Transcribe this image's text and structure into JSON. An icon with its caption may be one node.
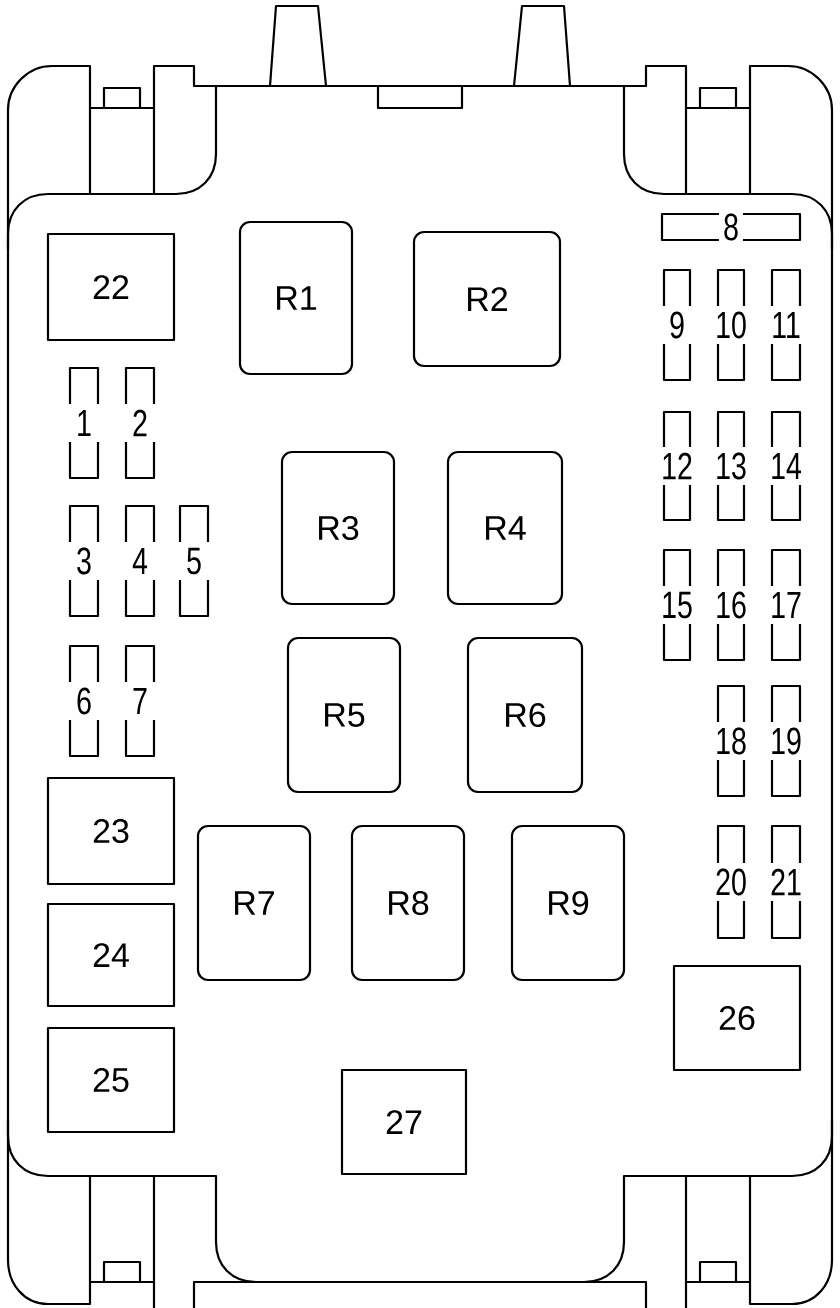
{
  "diagram": {
    "nodes": [
      {
        "text": [
          "8"
        ]
      },
      {
        "text": [
          "22"
        ]
      },
      {
        "text": [
          "R1"
        ]
      },
      {
        "text": [
          "R2"
        ]
      },
      {
        "text": [
          "9"
        ]
      },
      {
        "text": [
          "10"
        ]
      },
      {
        "text": [
          "11"
        ]
      },
      {
        "text": [
          "1"
        ]
      },
      {
        "text": [
          "2"
        ]
      },
      {
        "text": [
          "12"
        ]
      },
      {
        "text": [
          "13"
        ]
      },
      {
        "text": [
          "14"
        ]
      },
      {
        "text": [
          "R3"
        ]
      },
      {
        "text": [
          "R4"
        ]
      },
      {
        "text": [
          "3"
        ]
      },
      {
        "text": [
          "4"
        ]
      },
      {
        "text": [
          "5"
        ]
      },
      {
        "text": [
          "15"
        ]
      },
      {
        "text": [
          "16"
        ]
      },
      {
        "text": [
          "17"
        ]
      },
      {
        "text": [
          "6"
        ]
      },
      {
        "text": [
          "7"
        ]
      },
      {
        "text": [
          "R5"
        ]
      },
      {
        "text": [
          "R6"
        ]
      },
      {
        "text": [
          "18"
        ]
      },
      {
        "text": [
          "19"
        ]
      },
      {
        "text": [
          "23"
        ]
      },
      {
        "text": [
          "R7"
        ]
      },
      {
        "text": [
          "R8"
        ]
      },
      {
        "text": [
          "R9"
        ]
      },
      {
        "text": [
          "20"
        ]
      },
      {
        "text": [
          "21"
        ]
      },
      {
        "text": [
          "24"
        ]
      },
      {
        "text": [
          "26"
        ]
      },
      {
        "text": [
          "25"
        ]
      },
      {
        "text": [
          "27"
        ]
      }
    ]
  }
}
